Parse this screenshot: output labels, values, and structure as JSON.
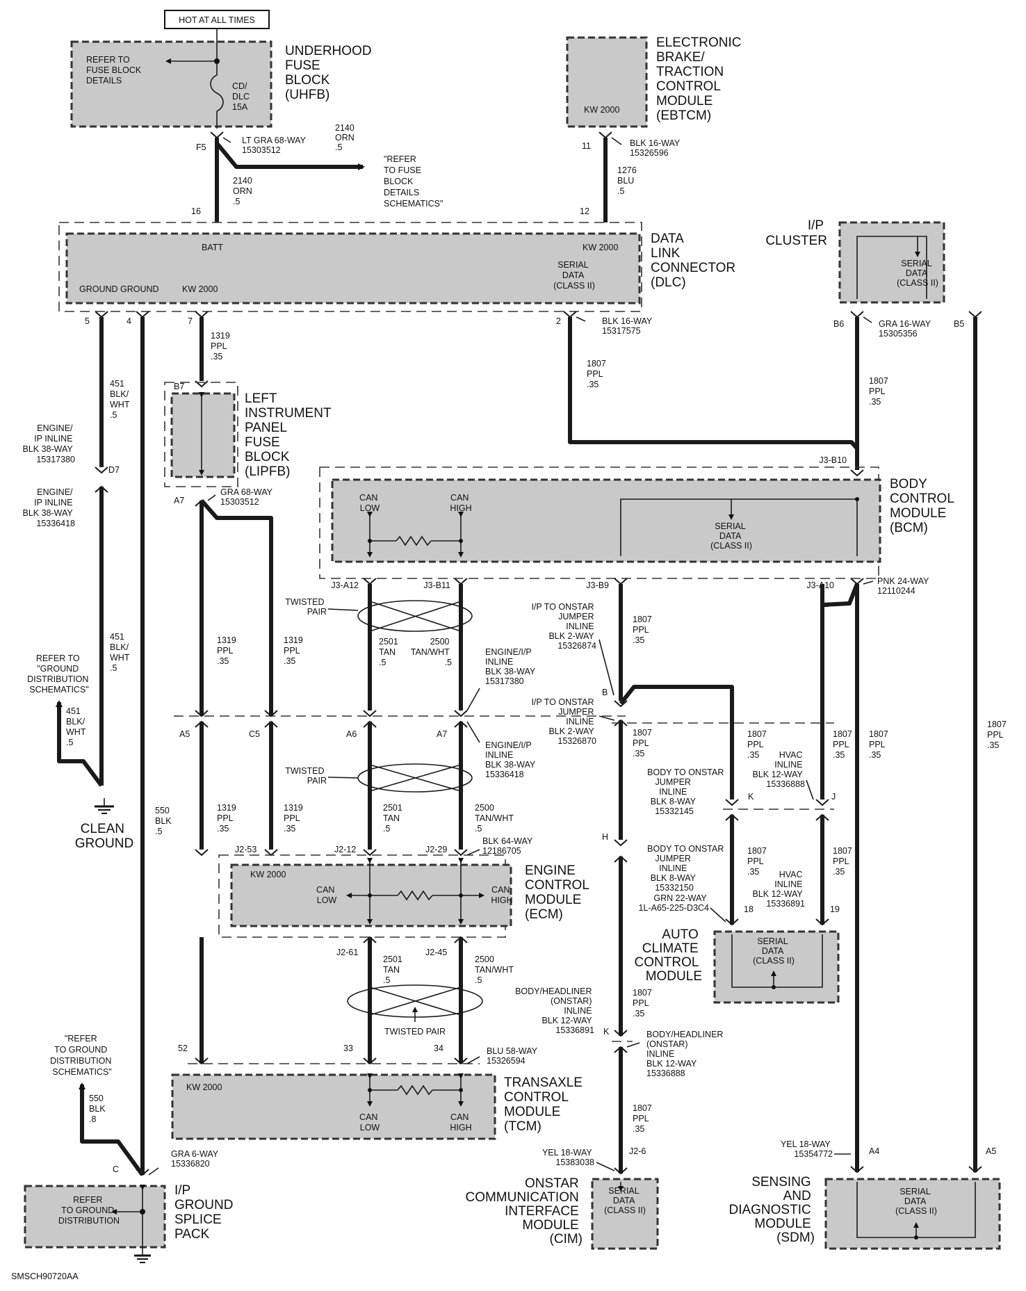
{
  "header": {
    "hot_label": "HOT AT ALL TIMES"
  },
  "footer": {
    "code": "SMSCH90720AA"
  },
  "components": {
    "uhfb": {
      "name": [
        "UNDERHOOD",
        "FUSE",
        "BLOCK",
        "(UHFB)"
      ],
      "note": [
        "REFER TO",
        "FUSE BLOCK",
        "DETAILS"
      ],
      "fuse": [
        "CD/",
        "DLC",
        "15A"
      ]
    },
    "ebtcm": {
      "name": [
        "ELECTRONIC",
        "BRAKE/",
        "TRACTION",
        "CONTROL",
        "MODULE",
        "(EBTCM)"
      ],
      "inner": "KW 2000"
    },
    "dlc": {
      "name": [
        "DATA",
        "LINK",
        "CONNECTOR",
        "(DLC)"
      ],
      "batt": "BATT",
      "kw_right": "KW 2000",
      "serial": [
        "SERIAL",
        "DATA",
        "(CLASS II)"
      ],
      "grounds": "GROUND  GROUND",
      "kw_left": "KW 2000"
    },
    "cluster": {
      "name": [
        "I/P",
        "CLUSTER"
      ],
      "serial": [
        "SERIAL",
        "DATA",
        "(CLASS II)"
      ]
    },
    "lipfb": {
      "name": [
        "LEFT",
        "INSTRUMENT",
        "PANEL",
        "FUSE",
        "BLOCK",
        "(LIPFB)"
      ]
    },
    "bcm": {
      "name": [
        "BODY",
        "CONTROL",
        "MODULE",
        "(BCM)"
      ],
      "can_low": [
        "CAN",
        "LOW"
      ],
      "can_high": [
        "CAN",
        "HIGH"
      ],
      "serial": [
        "SERIAL",
        "DATA",
        "(CLASS II)"
      ]
    },
    "ecm": {
      "name": [
        "ENGINE",
        "CONTROL",
        "MODULE",
        "(ECM)"
      ],
      "kw": "KW 2000",
      "can_low": [
        "CAN",
        "LOW"
      ],
      "can_high": [
        "CAN",
        "HIGH"
      ]
    },
    "tcm": {
      "name": [
        "TRANSAXLE",
        "CONTROL",
        "MODULE",
        "(TCM)"
      ],
      "kw": "KW 2000",
      "can_low": [
        "CAN",
        "LOW"
      ],
      "can_high": [
        "CAN",
        "HIGH"
      ]
    },
    "accm": {
      "name": [
        "AUTO",
        "CLIMATE",
        "CONTROL",
        "MODULE"
      ],
      "serial": [
        "SERIAL",
        "DATA",
        "(CLASS II)"
      ]
    },
    "cim": {
      "name": [
        "ONSTAR",
        "COMMUNICATION",
        "INTERFACE",
        "MODULE",
        "(CIM)"
      ],
      "serial": [
        "SERIAL",
        "DATA",
        "(CLASS II)"
      ]
    },
    "sdm": {
      "name": [
        "SENSING",
        "AND",
        "DIAGNOSTIC",
        "MODULE",
        "(SDM)"
      ],
      "serial": [
        "SERIAL",
        "DATA",
        "(CLASS II)"
      ]
    },
    "ipgsp": {
      "name": [
        "I/P",
        "GROUND",
        "SPLICE",
        "PACK"
      ],
      "note": [
        "REFER",
        "TO GROUND",
        "DISTRIBUTION"
      ]
    },
    "clean_ground": {
      "name": [
        "CLEAN",
        "GROUND"
      ]
    }
  },
  "connectors": {
    "uhfb_lt_gra": [
      "LT GRA 68-WAY",
      "15303512"
    ],
    "ebtcm_blk16": [
      "BLK 16-WAY",
      "15326596"
    ],
    "dlc_blk16": [
      "BLK 16-WAY",
      "15317575"
    ],
    "cluster_gra16": [
      "GRA 16-WAY",
      "15305356"
    ],
    "lipfb_gra68": [
      "GRA 68-WAY",
      "15303512"
    ],
    "eng_ip_d7": [
      "ENGINE/",
      "IP INLINE",
      "BLK 38-WAY",
      "15317380"
    ],
    "eng_ip_d7b": [
      "ENGINE/",
      "IP INLINE",
      "BLK 38-WAY",
      "15336418"
    ],
    "bcm_pnk24": [
      "PNK 24-WAY",
      "12110244"
    ],
    "onstar_jumper_1": [
      "I/P TO ONSTAR",
      "JUMPER",
      "INLINE",
      "BLK 2-WAY",
      "15326874"
    ],
    "eng_ip_upper": [
      "ENGINE/I/P",
      "INLINE",
      "BLK 38-WAY",
      "15317380"
    ],
    "onstar_jumper_2": [
      "I/P TO ONSTAR",
      "JUMPER",
      "INLINE",
      "BLK 2-WAY",
      "15326870"
    ],
    "eng_ip_lower": [
      "ENGINE/I/P",
      "INLINE",
      "BLK 38-WAY",
      "15336418"
    ],
    "body_onstar_1": [
      "BODY TO ONSTAR",
      "JUMPER",
      "INLINE",
      "BLK 8-WAY",
      "15332145"
    ],
    "body_onstar_2": [
      "BODY TO ONSTAR",
      "JUMPER",
      "INLINE",
      "BLK 8-WAY",
      "15332150"
    ],
    "hvac_1": [
      "HVAC",
      "INLINE",
      "BLK 12-WAY",
      "15336888"
    ],
    "hvac_2": [
      "HVAC",
      "INLINE",
      "BLK 12-WAY",
      "15336891"
    ],
    "ecm_blk64": [
      "BLK 64-WAY",
      "12186705"
    ],
    "accm_grn22": [
      "GRN 22-WAY",
      "1L-A65-225-D3C4"
    ],
    "headliner_1": [
      "BODY/HEADLINER",
      "(ONSTAR)",
      "INLINE",
      "BLK 12-WAY",
      "15336891"
    ],
    "headliner_2": [
      "BODY/HEADLINER",
      "(ONSTAR)",
      "INLINE",
      "BLK 12-WAY",
      "15336888"
    ],
    "tcm_blu58": [
      "BLU 58-WAY",
      "15326594"
    ],
    "cim_yel18": [
      "YEL 18-WAY",
      "15383038"
    ],
    "sdm_yel18": [
      "YEL 18-WAY",
      "15354772"
    ],
    "ipgsp_gra6": [
      "GRA 6-WAY",
      "15336820"
    ]
  },
  "wires": {
    "w2140_right": [
      "2140",
      "ORN",
      ".5"
    ],
    "w2140_left": [
      "2140",
      "ORN",
      ".5"
    ],
    "w1276": [
      "1276",
      "BLU",
      ".5"
    ],
    "w451_a": [
      "451",
      "BLK/",
      "WHT",
      ".5"
    ],
    "w451_b": [
      "451",
      "BLK/",
      "WHT",
      ".5"
    ],
    "w451_c": [
      "451",
      "BLK/",
      "WHT",
      ".5"
    ],
    "w1319_dlc": [
      "1319",
      "PPL",
      ".35"
    ],
    "w1807_dlc": [
      "1807",
      "PPL",
      ".35"
    ],
    "w1807_cluster": [
      "1807",
      "PPL",
      ".35"
    ],
    "w1319_a": [
      "1319",
      "PPL",
      ".35"
    ],
    "w1319_b": [
      "1319",
      "PPL",
      ".35"
    ],
    "w2501_a": [
      "2501",
      "TAN",
      ".5"
    ],
    "w2500_a": [
      "2500",
      "TAN/WHT",
      ".5"
    ],
    "w1807_b9": [
      "1807",
      "PPL",
      ".35"
    ],
    "w1319_c": [
      "1319",
      "PPL",
      ".35"
    ],
    "w1319_d": [
      "1319",
      "PPL",
      ".35"
    ],
    "w2501_b": [
      "2501",
      "TAN",
      ".5"
    ],
    "w2500_b": [
      "2500",
      "TAN/WHT",
      ".5"
    ],
    "w550_a": [
      "550",
      "BLK",
      ".5"
    ],
    "w1807_c": [
      "1807",
      "PPL",
      ".35"
    ],
    "w1807_k": [
      "1807",
      "PPL",
      ".35"
    ],
    "w1807_j": [
      "1807",
      "PPL",
      ".35"
    ],
    "w1807_a4": [
      "1807",
      "PPL",
      ".35"
    ],
    "w1807_b5": [
      "1807",
      "PPL",
      ".35"
    ],
    "w1807_18": [
      "1807",
      "PPL",
      ".35"
    ],
    "w1807_19": [
      "1807",
      "PPL",
      ".35"
    ],
    "w2501_c": [
      "2501",
      "TAN",
      ".5"
    ],
    "w2500_c": [
      "2500",
      "TAN/WHT",
      ".5"
    ],
    "w1807_d": [
      "1807",
      "PPL",
      ".35"
    ],
    "w1807_e": [
      "1807",
      "PPL",
      ".35"
    ],
    "w550_b": [
      "550",
      "BLK",
      ".8"
    ]
  },
  "pins": {
    "f5": "F5",
    "p16": "16",
    "p11": "11",
    "p12": "12",
    "p5": "5",
    "p4": "4",
    "p7": "7",
    "p2": "2",
    "b6": "B6",
    "b5": "B5",
    "b7": "B7",
    "a7_lipfb": "A7",
    "d7": "D7",
    "j3b10": "J3-B10",
    "j3a12": "J3-A12",
    "j3b11": "J3-B11",
    "j3b9": "J3-B9",
    "j3a10": "J3-A10",
    "pin_b": "B",
    "a5": "A5",
    "c5": "C5",
    "a6": "A6",
    "a7": "A7",
    "pin_k_upper": "K",
    "pin_j": "J",
    "pin_h": "H",
    "j2_53": "J2-53",
    "j2_12": "J2-12",
    "j2_29": "J2-29",
    "p18": "18",
    "p19": "19",
    "j2_61": "J2-61",
    "j2_45": "J2-45",
    "pin_k_lower": "K",
    "p52": "52",
    "p33": "33",
    "p34": "34",
    "j2_6": "J2-6",
    "a4": "A4",
    "a5_sdm": "A5",
    "pin_c": "C"
  },
  "notes": {
    "fuse_ref": [
      "\"REFER",
      "TO FUSE",
      "BLOCK",
      "DETAILS",
      "SCHEMATICS\""
    ],
    "ground_ref_1": [
      "REFER TO",
      "\"GROUND",
      "DISTRIBUTION",
      "SCHEMATICS\""
    ],
    "ground_ref_2": [
      "\"REFER",
      "TO GROUND",
      "DISTRIBUTION",
      "SCHEMATICS\""
    ],
    "twisted_1": [
      "TWISTED",
      "PAIR"
    ],
    "twisted_2": [
      "TWISTED",
      "PAIR"
    ],
    "twisted_3": "TWISTED PAIR"
  }
}
